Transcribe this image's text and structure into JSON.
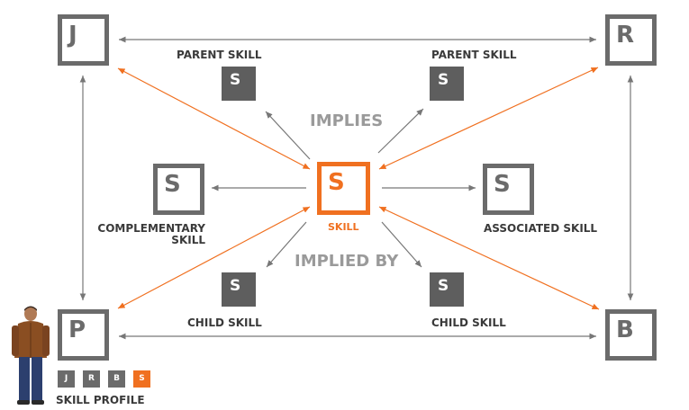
{
  "corners": {
    "j": "J",
    "r": "R",
    "p": "P",
    "b": "B"
  },
  "center": {
    "letter": "S",
    "label": "SKILL"
  },
  "side": {
    "left_letter": "S",
    "left_label_line1": "COMPLEMENTARY",
    "left_label_line2": "SKILL",
    "right_letter": "S",
    "right_label": "ASSOCIATED SKILL"
  },
  "parents": {
    "left_letter": "S",
    "right_letter": "S",
    "left_label": "PARENT SKILL",
    "right_label": "PARENT SKILL"
  },
  "children": {
    "left_letter": "S",
    "right_letter": "S",
    "left_label": "CHILD SKILL",
    "right_label": "CHILD SKILL"
  },
  "relations": {
    "implies": "IMPLIES",
    "implied_by": "IMPLIED BY"
  },
  "profile": {
    "chips": [
      "J",
      "R",
      "B",
      "S"
    ],
    "label": "SKILL PROFILE"
  },
  "colors": {
    "accent": "#f07020",
    "gray": "#6b6b6b",
    "dark_box": "#5e5e5e"
  }
}
